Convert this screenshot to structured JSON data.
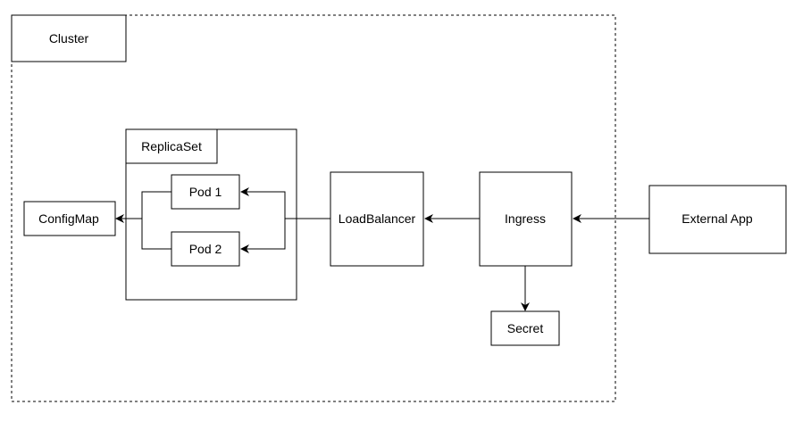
{
  "nodes": {
    "cluster": {
      "label": "Cluster"
    },
    "replicaset": {
      "label": "ReplicaSet"
    },
    "pod1": {
      "label": "Pod 1"
    },
    "pod2": {
      "label": "Pod 2"
    },
    "configmap": {
      "label": "ConfigMap"
    },
    "loadbalancer": {
      "label": "LoadBalancer"
    },
    "ingress": {
      "label": "Ingress"
    },
    "secret": {
      "label": "Secret"
    },
    "external_app": {
      "label": "External App"
    }
  },
  "edges": [
    {
      "from": "external_app",
      "to": "ingress"
    },
    {
      "from": "ingress",
      "to": "loadbalancer"
    },
    {
      "from": "ingress",
      "to": "secret"
    },
    {
      "from": "loadbalancer",
      "to": "pod1"
    },
    {
      "from": "loadbalancer",
      "to": "pod2"
    },
    {
      "from": "pod1",
      "to": "configmap"
    },
    {
      "from": "pod2",
      "to": "configmap"
    }
  ],
  "colors": {
    "stroke": "#000000",
    "background": "#ffffff"
  }
}
